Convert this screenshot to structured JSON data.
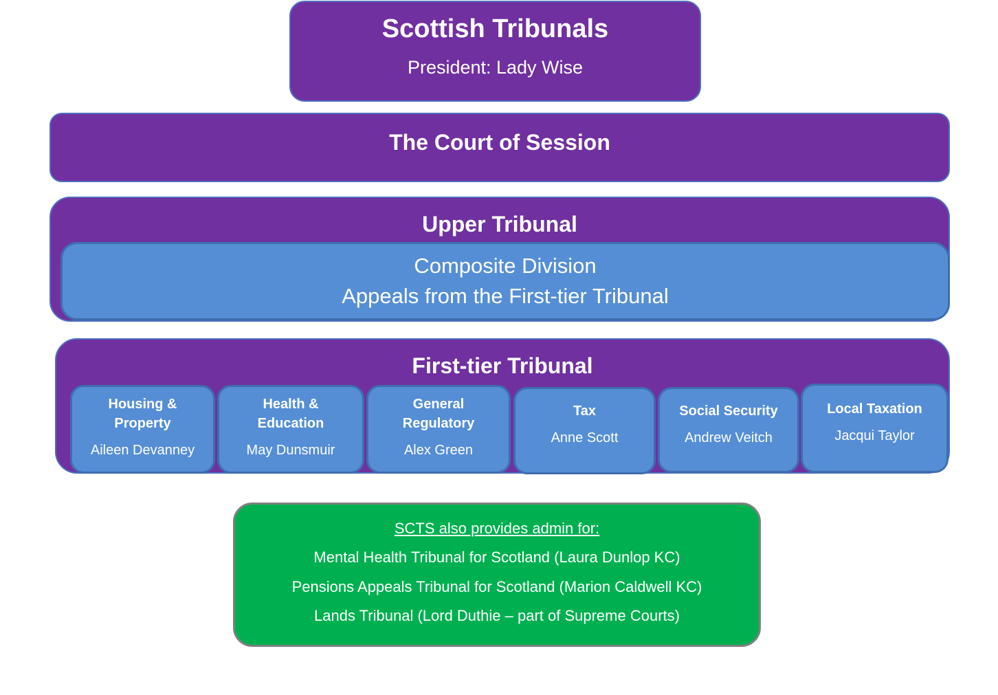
{
  "top": {
    "title": "Scottish Tribunals",
    "president": "President: Lady Wise"
  },
  "court_of_session": {
    "title": "The Court of Session"
  },
  "upper_tribunal": {
    "title": "Upper Tribunal",
    "composite_division": {
      "line1": "Composite Division",
      "line2": "Appeals from the First-tier Tribunal"
    }
  },
  "first_tier_tribunal": {
    "title": "First-tier Tribunal",
    "chambers": [
      {
        "name_line1": "Housing &",
        "name_line2": "Property",
        "president": "Aileen Devanney"
      },
      {
        "name_line1": "Health &",
        "name_line2": "Education",
        "president": "May Dunsmuir"
      },
      {
        "name_line1": "General",
        "name_line2": "Regulatory",
        "president": "Alex Green"
      },
      {
        "name_line1": "Tax",
        "president": "Anne Scott"
      },
      {
        "name_line1": "Social Security",
        "president": "Andrew Veitch"
      },
      {
        "name_line1": "Local Taxation",
        "president": "Jacqui Taylor"
      }
    ]
  },
  "admin": {
    "heading": "SCTS also provides admin for:",
    "lines": [
      "Mental Health Tribunal for Scotland (Laura Dunlop KC)",
      "Pensions Appeals Tribunal for Scotland (Marion Caldwell KC)",
      "Lands Tribunal (Lord Duthie – part of Supreme Courts)"
    ]
  },
  "colors": {
    "purple": "#7030a0",
    "blue": "#558ed5",
    "green": "#00b050"
  }
}
